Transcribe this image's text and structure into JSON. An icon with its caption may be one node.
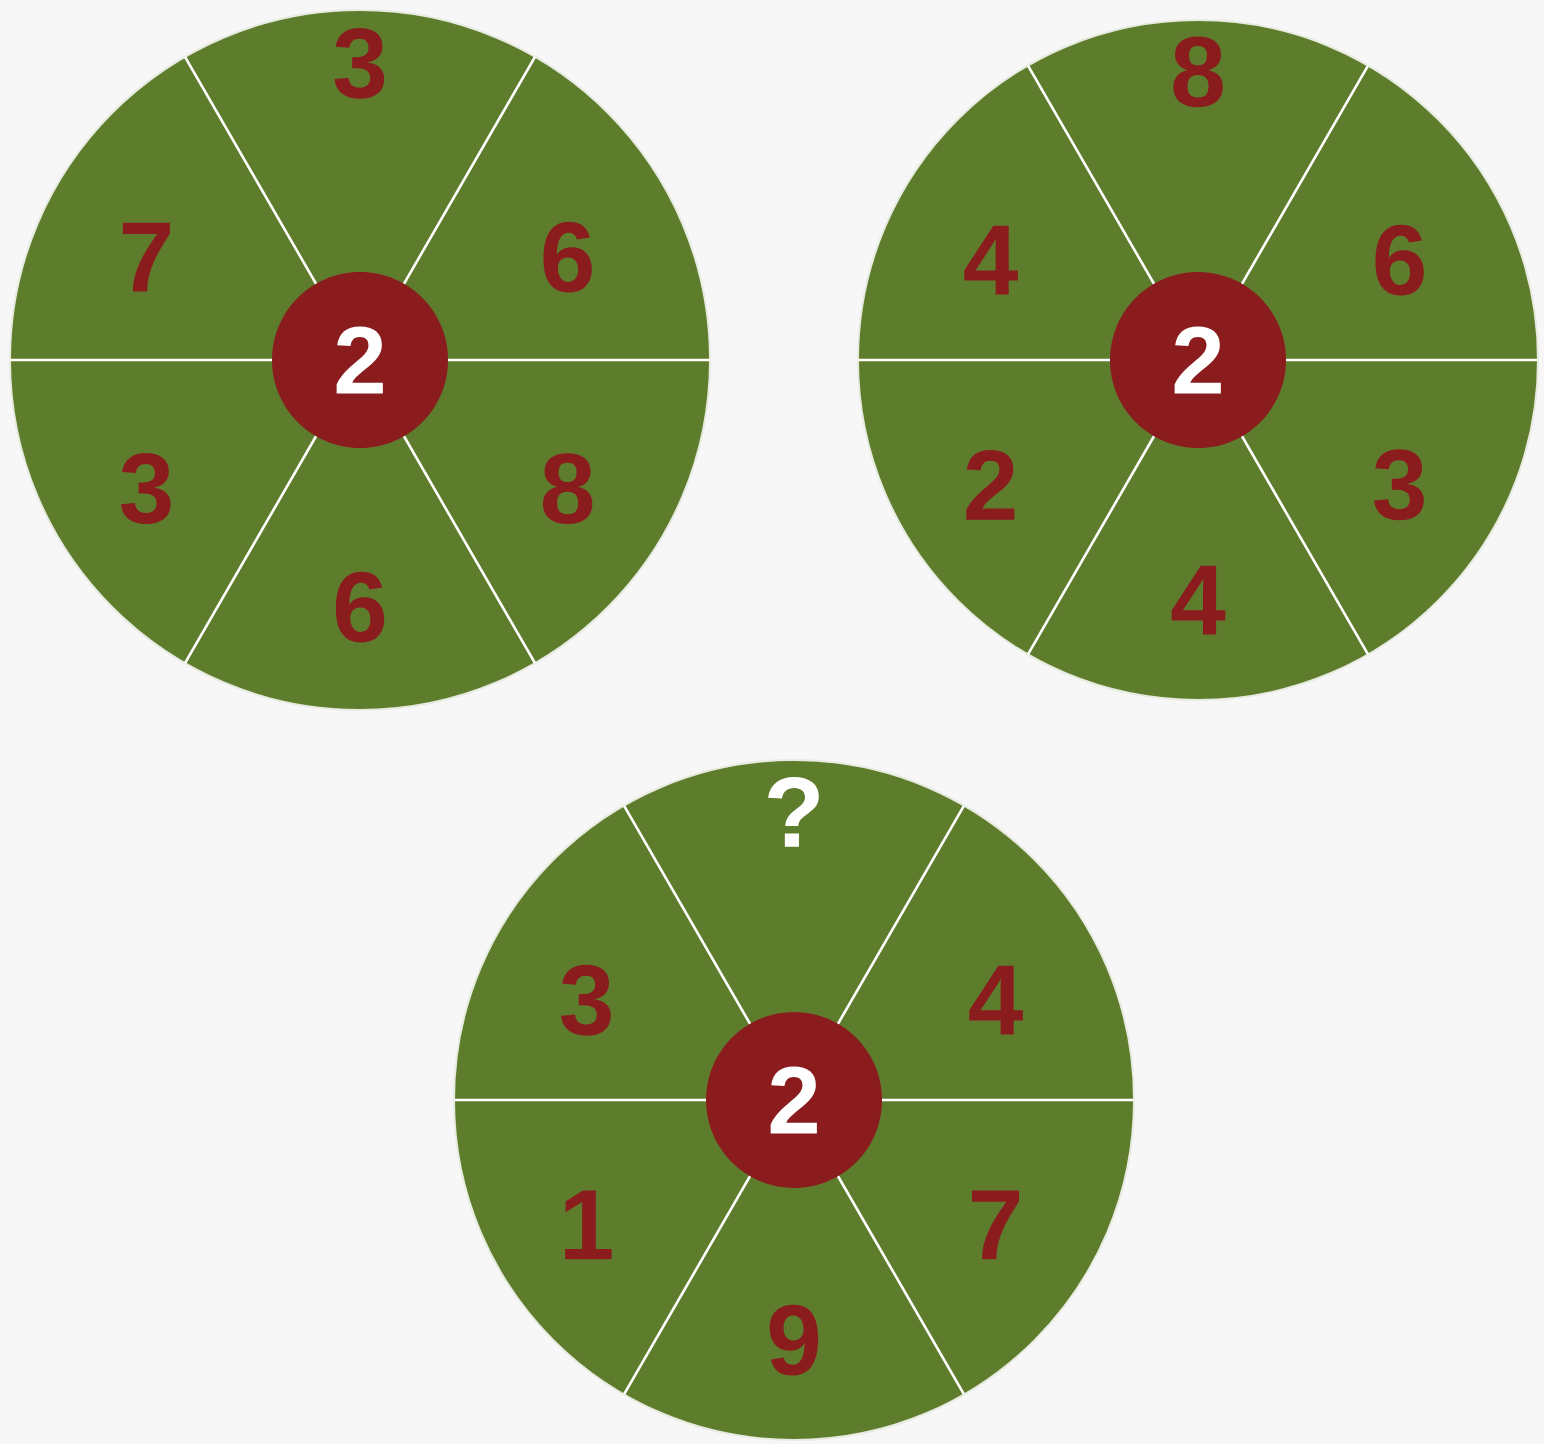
{
  "diagram": {
    "nodes": [
      {
        "text": [],
        "shape": "circle"
      },
      {
        "text": [
          "3"
        ],
        "in": 0
      },
      {
        "text": [
          "7"
        ],
        "in": 0
      },
      {
        "text": [
          "6"
        ],
        "in": 0
      },
      {
        "text": [
          "3"
        ],
        "in": 0
      },
      {
        "text": [
          "8"
        ],
        "in": 0
      },
      {
        "text": [
          "6"
        ],
        "in": 0
      },
      {
        "text": [
          "2"
        ],
        "in": 0
      },
      {
        "text": [],
        "shape": "circle"
      },
      {
        "text": [
          "8"
        ],
        "in": 8
      },
      {
        "text": [
          "4"
        ],
        "in": 8
      },
      {
        "text": [
          "6"
        ],
        "in": 8
      },
      {
        "text": [
          "2"
        ],
        "in": 8
      },
      {
        "text": [
          "3"
        ],
        "in": 8
      },
      {
        "text": [
          "4"
        ],
        "in": 8
      },
      {
        "text": [
          "2"
        ],
        "in": 8
      },
      {
        "text": [],
        "shape": "circle"
      },
      {
        "text": [
          "?"
        ],
        "in": 16
      },
      {
        "text": [
          "3"
        ],
        "in": 16
      },
      {
        "text": [
          "4"
        ],
        "in": 16
      },
      {
        "text": [
          "1"
        ],
        "in": 16
      },
      {
        "text": [
          "7"
        ],
        "in": 16
      },
      {
        "text": [
          "9"
        ],
        "in": 16
      },
      {
        "text": [
          "2"
        ],
        "in": 16
      }
    ]
  }
}
